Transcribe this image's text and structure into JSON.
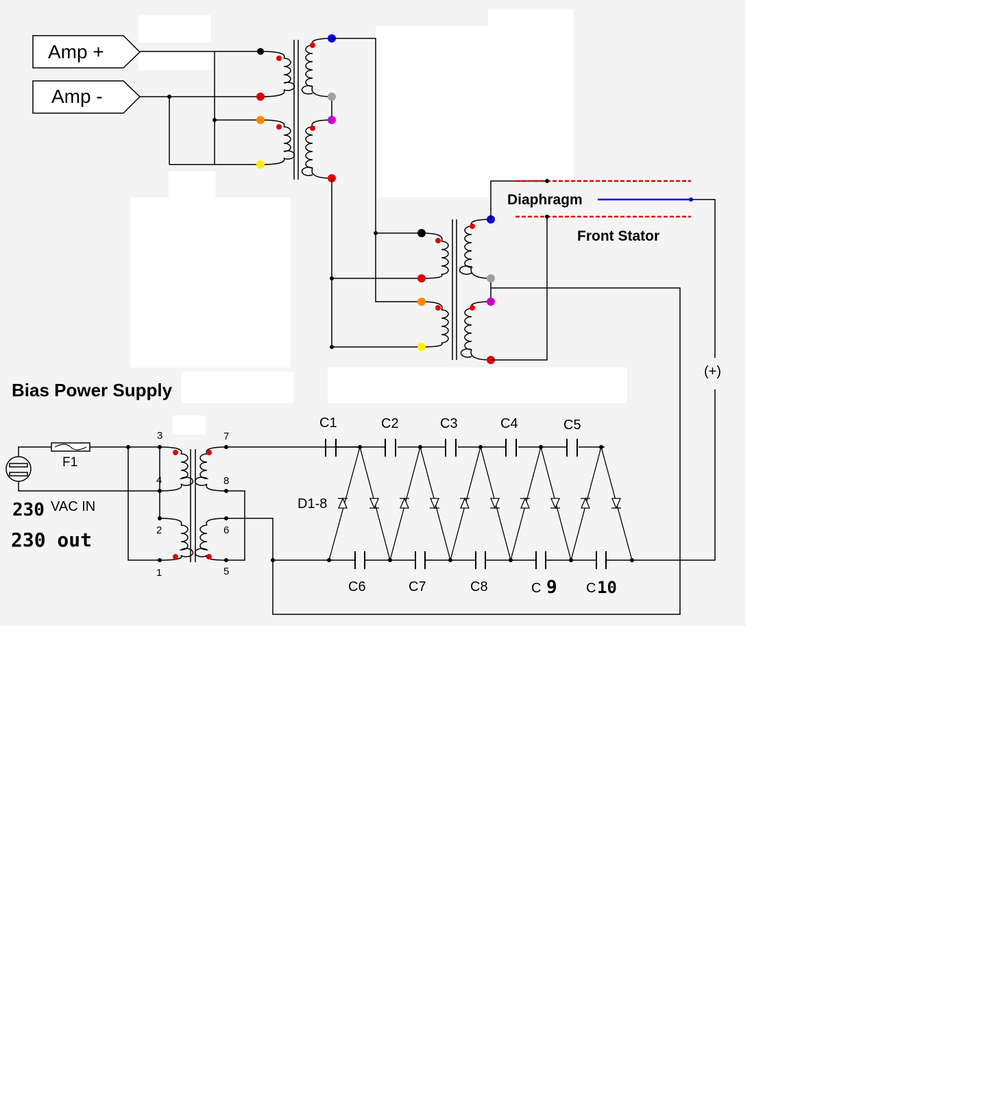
{
  "labels": {
    "amp_plus": "Amp +",
    "amp_minus": "Amp -",
    "diaphragm": "Diaphragm",
    "front_stator": "Front Stator",
    "bias_title": "Bias Power Supply",
    "plus": "(+)",
    "fuse": "F1",
    "vac_in_hand": "230",
    "vac_in": "VAC  IN",
    "out_hand": "230  out",
    "diodes": "D1-8",
    "pin3": "3",
    "pin4": "4",
    "pin2": "2",
    "pin1": "1",
    "pin7": "7",
    "pin8": "8",
    "pin6": "6",
    "pin5": "5",
    "c1": "C1",
    "c2": "C2",
    "c3": "C3",
    "c4": "C4",
    "c5": "C5",
    "c6": "C6",
    "c7": "C7",
    "c8": "C8",
    "c9_print": "C",
    "c9_hand": "9",
    "c10_print": "C",
    "c10_hand": "10"
  },
  "colors": {
    "wire": "#000000",
    "background": "#f4f4f4",
    "stator": "#e00000",
    "diaphragm": "#0000ee",
    "dot_blue": "#0000ee",
    "dot_red": "#e00000",
    "dot_grey": "#a0a0a0",
    "dot_magenta": "#cc00cc",
    "dot_orange": "#ff8800",
    "dot_yellow": "#ffee00",
    "dot_black": "#000000"
  }
}
